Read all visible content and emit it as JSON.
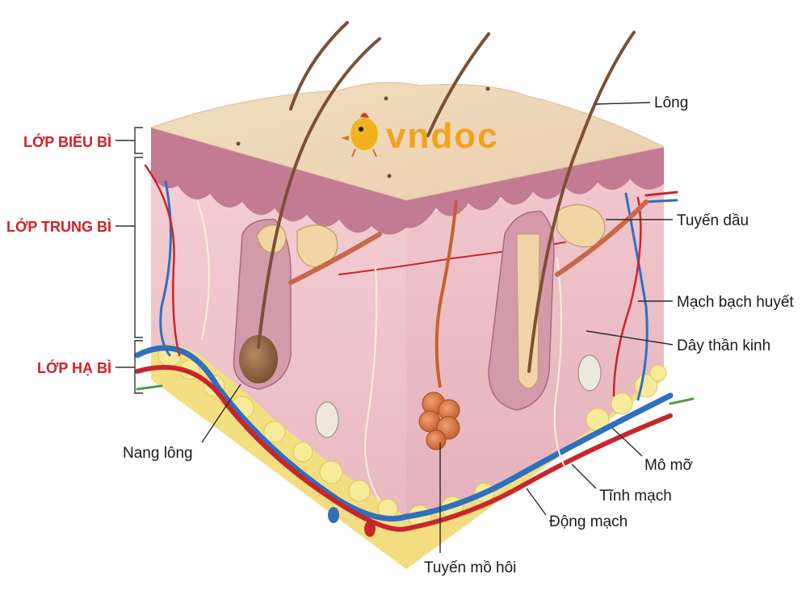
{
  "logo": {
    "text": "vndoc"
  },
  "layers": {
    "epidermis": "LỚP BIỂU BÌ",
    "dermis": "LỚP TRUNG BÌ",
    "hypodermis": "LỚP HẠ BÌ"
  },
  "labels": {
    "hair": "Lông",
    "sebaceous_gland": "Tuyến dầu",
    "lymph_vessel": "Mạch bạch huyết",
    "nerve": "Dây thần kinh",
    "hair_follicle": "Nang lông",
    "fat_tissue": "Mô mỡ",
    "vein": "Tĩnh mạch",
    "artery": "Động mạch",
    "sweat_gland": "Tuyến mồ hôi"
  },
  "colors": {
    "layer_label": "#d21f26",
    "label": "#1a1a1a",
    "artery": "#c8262b",
    "vein": "#2f6fc0",
    "fat": "#f3e27a",
    "logo": "#f3a21b"
  }
}
